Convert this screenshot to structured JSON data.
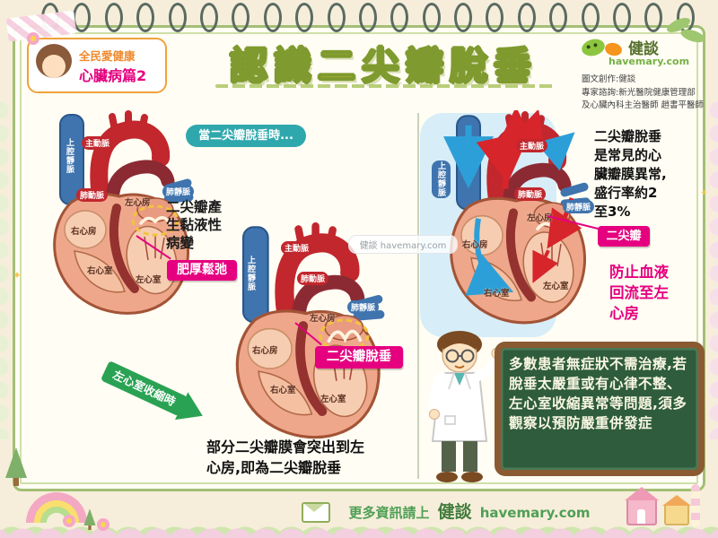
{
  "header": {
    "badge": {
      "line1": "全民愛健康",
      "line2": "心臟病篇2"
    },
    "title": "認識二尖瓣脫垂",
    "logo": {
      "brand": "健談",
      "url": "havemary.com"
    },
    "credits": {
      "line1": "圖文創作:健談",
      "line2": "專家諮詢:新光醫院健康管理部",
      "line3": "及心臟內科主治醫師 趙書平醫師"
    }
  },
  "left_panel": {
    "section_label": "當二尖瓣脫垂時...",
    "annotation": "二尖瓣產生黏液性病變",
    "highlight_thick": "肥厚鬆弛",
    "arrow_label": "左心室收縮時",
    "highlight_prolapse": "二尖瓣脫垂",
    "caption": "部分二尖瓣膜會突出到左心房,即為二尖瓣脫垂",
    "heart_normal": {
      "aorta": "主動脈",
      "svc": "上腔靜脈",
      "pulmonary_artery": "肺動脈",
      "pulmonary_vein": "肺靜脈",
      "left_atrium": "左心房",
      "right_atrium": "右心房",
      "right_ventricle": "右心室",
      "left_ventricle": "左心室"
    },
    "heart_prolapse": {
      "aorta": "主動脈",
      "svc": "上腔靜脈",
      "pulmonary_artery": "肺動脈",
      "pulmonary_vein": "肺靜脈",
      "left_atrium": "左心房",
      "right_atrium": "右心房",
      "right_ventricle": "右心室",
      "left_ventricle": "左心室"
    }
  },
  "right_panel": {
    "intro": "二尖瓣脫垂是常見的心臟瓣膜異常,盛行率約2至3%",
    "valve_label": "二尖瓣",
    "note": "防止血液回流至左心房",
    "board_text": "多數患者無症狀不需治療,若脫垂太嚴重或有心律不整、左心室收縮異常等問題,須多觀察以預防嚴重併發症",
    "heart_flow": {
      "aorta": "主動脈",
      "svc": "上腔靜脈",
      "pulmonary_artery": "肺動脈",
      "pulmonary_vein": "肺靜脈",
      "left_atrium": "左心房",
      "right_atrium": "右心房",
      "right_ventricle": "右心室",
      "left_ventricle": "左心室"
    }
  },
  "watermark": "健談 havemary.com",
  "footer": {
    "prefix": "更多資訊請上",
    "brand": "健談",
    "url": "havemary.com"
  },
  "colors": {
    "magenta": "#e5007f",
    "teal": "#2fa8ad",
    "arrow_green": "#2aa253",
    "board_green": "#2e5c3c",
    "title_yellow": "#ffd83c",
    "title_outline": "#7f9a2e",
    "heart_red": "#c1272d",
    "vein_blue": "#3f74ae"
  }
}
